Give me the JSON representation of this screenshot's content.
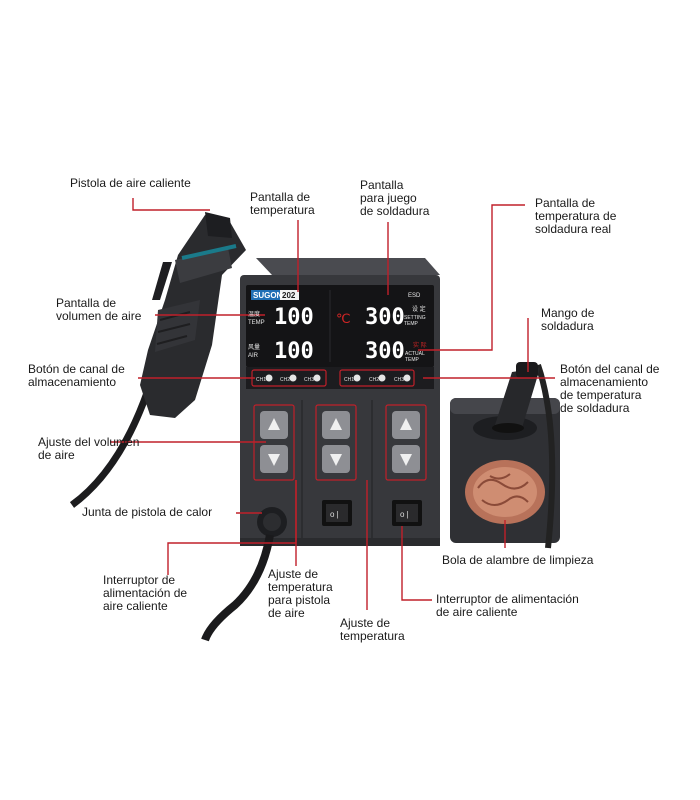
{
  "labels": {
    "hot_air_gun": "Pistola de aire caliente",
    "temp_display": "Pantalla de\ntemperatura",
    "solder_display": "Pantalla\npara juego\nde soldadura",
    "real_temp_display": "Pantalla de\ntemperatura de\nsoldadura real",
    "air_volume_display": "Pantalla de\nvolumen de aire",
    "iron_handle": "Mango de\nsoldadura",
    "storage_channel_btn": "Botón de canal de\nalmacenamiento",
    "solder_storage_channel_btn": "Botón del canal de\nalmacenamiento\nde temperatura\nde soldadura",
    "air_volume_adjust": "Ajuste del volumen\nde aire",
    "heat_gun_joint": "Junta de pistola de calor",
    "cleaning_ball": "Bola de alambre de limpieza",
    "hot_air_power_switch": "Interruptor de\nalimentación de\naire caliente",
    "air_gun_temp_adjust": "Ajuste de\ntemperatura\npara pistola\nde aire",
    "temp_adjust": "Ajuste de\ntemperatura",
    "hot_air_power_switch_right": "Interruptor de alimentación\nde aire caliente"
  },
  "device": {
    "brand": "SUGON",
    "model": "202",
    "left_top_value": "100",
    "left_bottom_value": "100",
    "celsius": "℃",
    "right_top_value": "300",
    "right_bottom_value": "300",
    "temp_tag": "TEMP",
    "temp_tag_cn": "温度",
    "air_tag": "AIR",
    "air_tag_cn": "风量",
    "setting_tag": "SETTING\nTEMP",
    "setting_tag_cn": "设 定",
    "actual_tag": "ACTUAL\nTEMP",
    "actual_tag_cn": "实 际",
    "esd": "ESD",
    "ch1": "CH1",
    "ch2": "CH2",
    "ch3": "CH3"
  },
  "colors": {
    "leader_line": "#c0202a",
    "panel": "#3a3b3f",
    "display_bg": "#141416"
  }
}
